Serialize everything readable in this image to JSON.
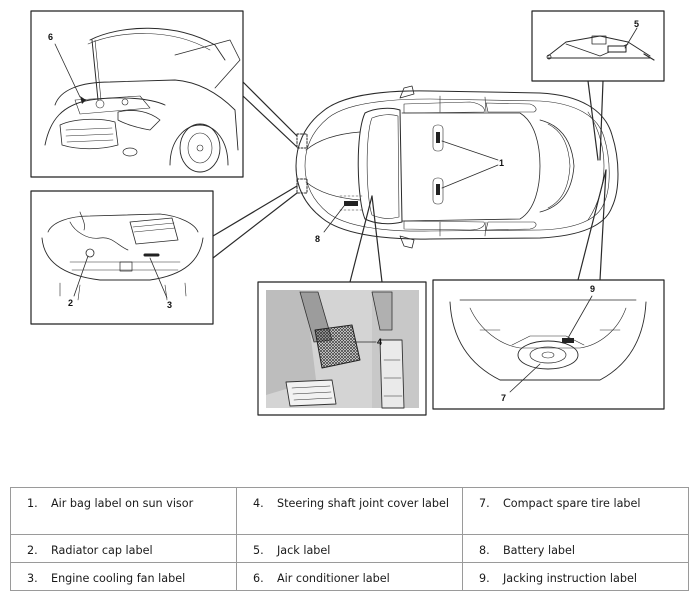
{
  "callouts": {
    "c1": "1",
    "c2": "2",
    "c3": "3",
    "c4": "4",
    "c5": "5",
    "c6": "6",
    "c7": "7",
    "c8": "8",
    "c9": "9"
  },
  "legend": {
    "rows": [
      [
        {
          "num": "1.",
          "text": "Air bag label on sun visor"
        },
        {
          "num": "4.",
          "text": "Steering shaft joint cover label"
        },
        {
          "num": "7.",
          "text": "Compact spare tire label"
        }
      ],
      [
        {
          "num": "2.",
          "text": "Radiator cap label"
        },
        {
          "num": "5.",
          "text": "Jack label"
        },
        {
          "num": "8.",
          "text": "Battery label"
        }
      ],
      [
        {
          "num": "3.",
          "text": "Engine cooling fan label"
        },
        {
          "num": "6.",
          "text": "Air conditioner label"
        },
        {
          "num": "9.",
          "text": "Jacking instruction label"
        }
      ]
    ]
  }
}
